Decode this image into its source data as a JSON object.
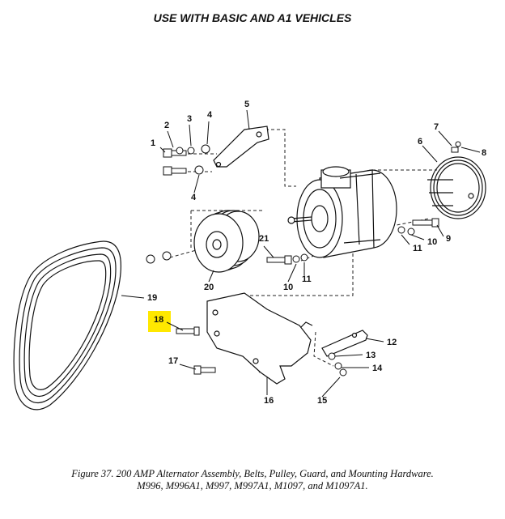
{
  "header": {
    "title": "USE WITH BASIC AND A1 VEHICLES"
  },
  "figure": {
    "caption_line1": "Figure 37.  200 AMP Alternator Assembly, Belts, Pulley, Guard, and Mounting Hardware.",
    "caption_line2": "M996, M996A1, M997, M997A1, M1097, and M1097A1.",
    "highlight_color": "#FFE800",
    "highlighted_callout": "18"
  },
  "callouts": [
    {
      "label": "1"
    },
    {
      "label": "2"
    },
    {
      "label": "3"
    },
    {
      "label": "4"
    },
    {
      "label": "4"
    },
    {
      "label": "5"
    },
    {
      "label": "6"
    },
    {
      "label": "7"
    },
    {
      "label": "8"
    },
    {
      "label": "9"
    },
    {
      "label": "10"
    },
    {
      "label": "10"
    },
    {
      "label": "11"
    },
    {
      "label": "11"
    },
    {
      "label": "12"
    },
    {
      "label": "13"
    },
    {
      "label": "14"
    },
    {
      "label": "15"
    },
    {
      "label": "16"
    },
    {
      "label": "17"
    },
    {
      "label": "18"
    },
    {
      "label": "19"
    },
    {
      "label": "20"
    },
    {
      "label": "21"
    }
  ]
}
